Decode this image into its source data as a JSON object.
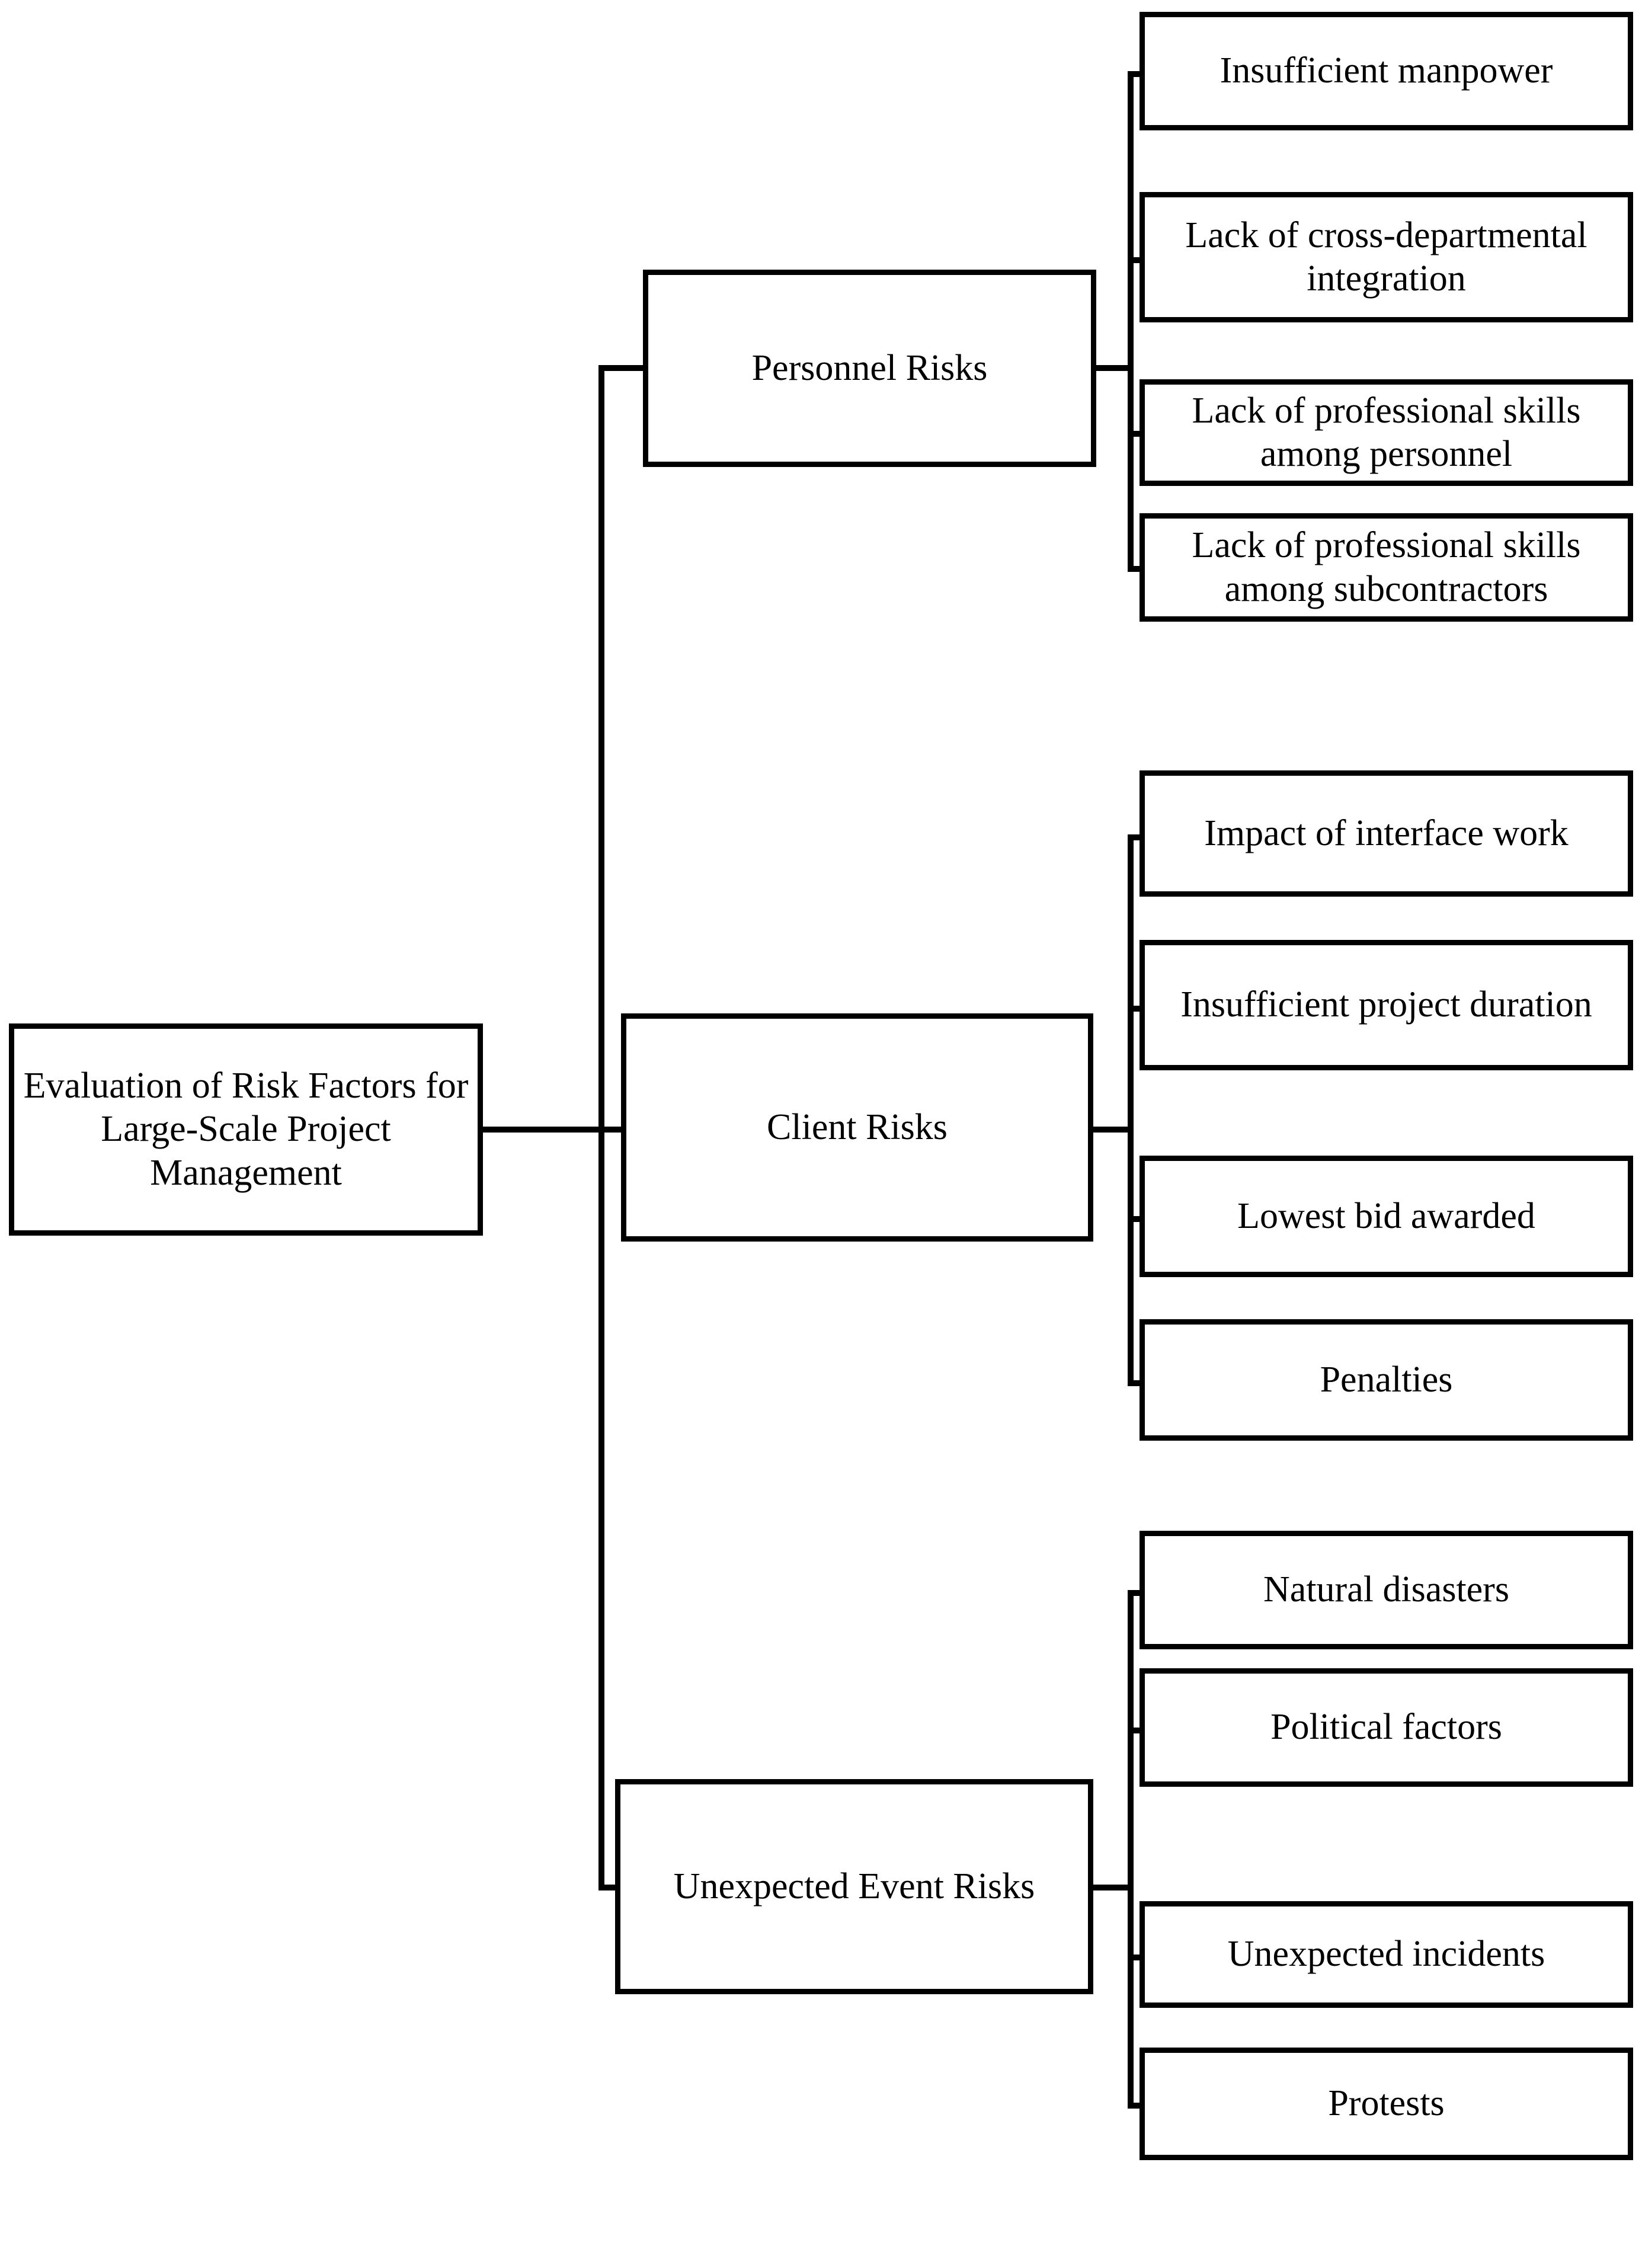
{
  "diagram": {
    "type": "horizontal-tree",
    "title": "Evaluation of Risk Factors for Large-Scale Project Management",
    "orientation": "left-to-right",
    "levels": 3,
    "colors": {
      "background": "#ffffff",
      "box_border": "#000000",
      "box_fill": "#ffffff",
      "text": "#000000",
      "connector": "#000000"
    },
    "root": {
      "label": "Evaluation of Risk Factors for Large-Scale Project Management",
      "line1": "Evaluation of Risk Factors",
      "line2": "for Large-Scale Project",
      "line3": "Management"
    },
    "categories": [
      {
        "id": "personnel",
        "label": "Personnel Risks",
        "children": [
          {
            "id": "insufficient-manpower",
            "label": "Insufficient manpower"
          },
          {
            "id": "lack-cross-departmental-integration",
            "label": "Lack of cross-departmental integration"
          },
          {
            "id": "lack-skills-personnel",
            "label": "Lack of professional skills among personnel"
          },
          {
            "id": "lack-skills-subcontractors",
            "label": "Lack of professional skills among subcontractors"
          }
        ]
      },
      {
        "id": "client",
        "label": "Client Risks",
        "children": [
          {
            "id": "impact-interface-work",
            "label": "Impact of interface work"
          },
          {
            "id": "insufficient-project-duration",
            "label": "Insufficient project duration"
          },
          {
            "id": "lowest-bid-awarded",
            "label": "Lowest bid awarded"
          },
          {
            "id": "penalties",
            "label": "Penalties"
          }
        ]
      },
      {
        "id": "unexpected-event",
        "label": "Unexpected Event Risks",
        "children": [
          {
            "id": "natural-disasters",
            "label": "Natural disasters"
          },
          {
            "id": "political-factors",
            "label": "Political factors"
          },
          {
            "id": "unexpected-incidents",
            "label": "Unexpected incidents"
          },
          {
            "id": "protests",
            "label": "Protests"
          }
        ]
      }
    ]
  }
}
